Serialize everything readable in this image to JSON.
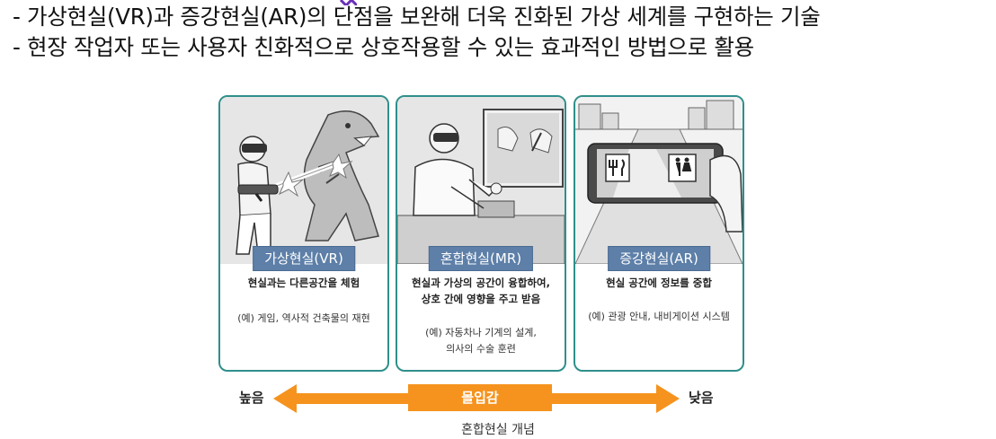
{
  "bullets": [
    "- 가상현실(VR)과 증강현실(AR)의 단점을 보완해 더욱 진화된 가상 세계를 구현하는 기술",
    "- 현장 작업자 또는 사용자 친화적으로 상호작용할 수 있는 효과적인 방법으로 활용"
  ],
  "panels": [
    {
      "tag": "가상현실(VR)",
      "desc": [
        "현실과는 다른공간을 체험"
      ],
      "example": [
        "(예) 게임, 역사적 건축물의 재현"
      ]
    },
    {
      "tag": "혼합현실(MR)",
      "desc": [
        "현실과 가상의 공간이 융합하여,",
        "상호 간에 영향을 주고 받음"
      ],
      "example": [
        "(예) 자동차나 기계의 설계,",
        "의사의 수술 훈련"
      ]
    },
    {
      "tag": "증강현실(AR)",
      "desc": [
        "현실 공간에 정보를 중합"
      ],
      "example": [
        "(예) 관광 안내, 내비게이션 시스템"
      ]
    }
  ],
  "scale": {
    "left": "높음",
    "center": "몰입감",
    "right": "낮음"
  },
  "caption": "혼합현실 개념",
  "colors": {
    "panel_border": "#2f8f8a",
    "tag_bg": "#5d7fa8",
    "arrow": "#f5931e",
    "accent_purple": "#6a2fb8"
  }
}
